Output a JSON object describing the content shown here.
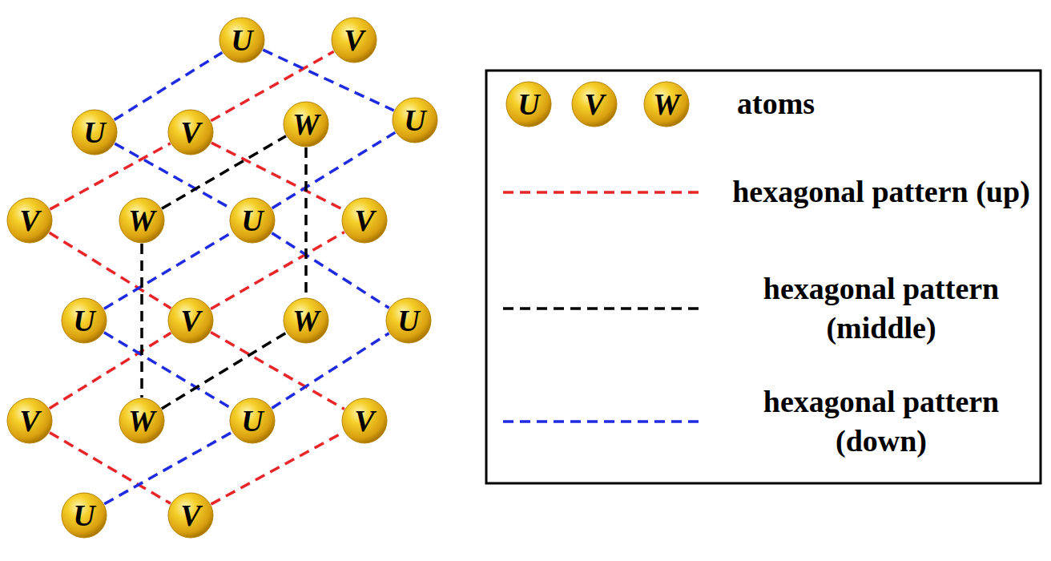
{
  "diagram": {
    "nodes": [
      {
        "text": [
          "U"
        ]
      },
      {
        "text": [
          "V"
        ]
      },
      {
        "text": [
          "U"
        ]
      },
      {
        "text": [
          "V"
        ]
      },
      {
        "text": [
          "W"
        ]
      },
      {
        "text": [
          "U"
        ]
      },
      {
        "text": [
          "V"
        ]
      },
      {
        "text": [
          "W"
        ]
      },
      {
        "text": [
          "U"
        ]
      },
      {
        "text": [
          "V"
        ]
      },
      {
        "text": [
          "U"
        ]
      },
      {
        "text": [
          "V"
        ]
      },
      {
        "text": [
          "W"
        ]
      },
      {
        "text": [
          "U"
        ]
      },
      {
        "text": [
          "V"
        ]
      },
      {
        "text": [
          "W"
        ]
      },
      {
        "text": [
          "U"
        ]
      },
      {
        "text": [
          "V"
        ]
      },
      {
        "text": [
          "U"
        ]
      },
      {
        "text": [
          "V"
        ]
      },
      {
        "text": [
          "U"
        ]
      },
      {
        "text": [
          "V"
        ]
      },
      {
        "text": [
          "W"
        ]
      }
    ],
    "edges": [
      {
        "from": 6,
        "to": 3,
        "arrow": "none"
      },
      {
        "from": 3,
        "to": 1,
        "arrow": "none"
      },
      {
        "from": 3,
        "to": 9,
        "arrow": "none"
      },
      {
        "from": 6,
        "to": 11,
        "arrow": "none"
      },
      {
        "from": 11,
        "to": 9,
        "arrow": "none"
      },
      {
        "from": 11,
        "to": 17,
        "arrow": "none"
      },
      {
        "from": 14,
        "to": 11,
        "arrow": "none"
      },
      {
        "from": 14,
        "to": 19,
        "arrow": "none"
      },
      {
        "from": 19,
        "to": 17,
        "arrow": "none"
      },
      {
        "from": 2,
        "to": 0,
        "arrow": "none"
      },
      {
        "from": 0,
        "to": 5,
        "arrow": "none"
      },
      {
        "from": 2,
        "to": 8,
        "arrow": "none"
      },
      {
        "from": 8,
        "to": 5,
        "arrow": "none"
      },
      {
        "from": 10,
        "to": 8,
        "arrow": "none"
      },
      {
        "from": 8,
        "to": 13,
        "arrow": "none"
      },
      {
        "from": 10,
        "to": 16,
        "arrow": "none"
      },
      {
        "from": 16,
        "to": 13,
        "arrow": "none"
      },
      {
        "from": 18,
        "to": 16,
        "arrow": "none"
      },
      {
        "from": 7,
        "to": 4,
        "arrow": "none"
      },
      {
        "from": 4,
        "to": 12,
        "arrow": "none"
      },
      {
        "from": 7,
        "to": 15,
        "arrow": "none"
      },
      {
        "from": 15,
        "to": 12,
        "arrow": "none"
      }
    ],
    "legend": [
      {
        "text": "atoms"
      },
      {
        "text": "hexagonal pattern (up)"
      },
      {
        "text": "hexagonal pattern (middle)"
      },
      {
        "text": "hexagonal pattern (down)"
      }
    ]
  }
}
